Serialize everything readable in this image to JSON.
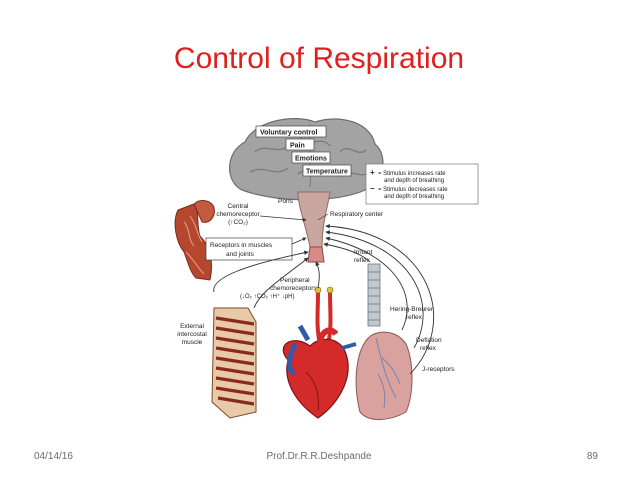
{
  "slide": {
    "title": "Control of Respiration"
  },
  "figure": {
    "brain_labels": {
      "voluntary": "Voluntary control",
      "pain": "Pain",
      "emotions": "Emotions",
      "temperature": "Temperature"
    },
    "pons": "Pons",
    "central_chemo": [
      "Central",
      "chemoreceptor",
      "(↑CO₂)"
    ],
    "resp_center": "Respiratory center",
    "receptors": [
      "Receptors in muscles",
      "and joints"
    ],
    "irritant": [
      "Irritant",
      "reflex"
    ],
    "peripheral": [
      "Peripheral",
      "chemoreceptors",
      "(↓O₂ ↑CO₂ ↑H⁺ ↓pH)"
    ],
    "external": [
      "External",
      "intercostal",
      "muscle"
    ],
    "hering": [
      "Hering-Breurer",
      "reflex"
    ],
    "deflation": [
      "Deflation",
      "reflex"
    ],
    "jrec": "J-receptors",
    "legend": {
      "plus_symbol": "+",
      "plus_line1": "= Stimulus increases rate",
      "plus_line2": "and depth of breathing",
      "minus_symbol": "−",
      "minus_line1": "= Stimulus decreases rate",
      "minus_line2": "and depth of breathing"
    },
    "colors": {
      "brain": "#a3a3a3",
      "muscle": "#b5472f",
      "artery": "#d42a2a",
      "vein": "#2e5ca8",
      "lung": "#d9a29e",
      "trachea": "#bfc9cf"
    }
  },
  "footer": {
    "date": "04/14/16",
    "author": "Prof.Dr.R.R.Deshpande",
    "page": "89"
  }
}
